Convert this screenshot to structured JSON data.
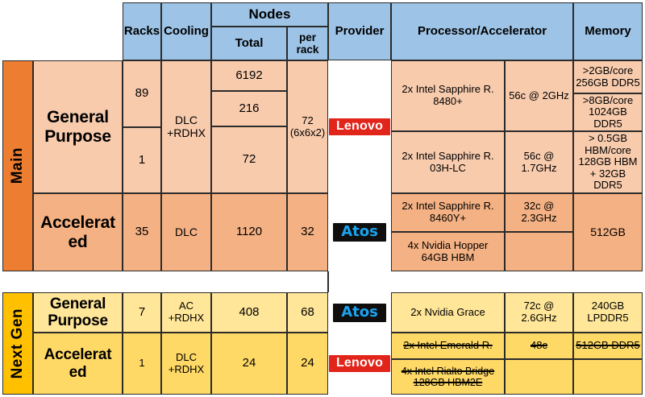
{
  "table": {
    "columns": {
      "category": "",
      "racks": "Racks",
      "cooling": "Cooling",
      "nodes_group": "Nodes",
      "nodes_total": "Total",
      "nodes_per_rack": "per\nrack",
      "provider": "Provider",
      "processor": "Processor/Accelerator",
      "memory": "Memory"
    },
    "sections": [
      {
        "name": "Main",
        "accent": "#ed7d31",
        "rows": [
          {
            "type": "General\nPurpose",
            "racks": [
              "89",
              "1"
            ],
            "cooling": "DLC\n+RDHX",
            "nodes_total": [
              "6192",
              "216",
              "72"
            ],
            "nodes_per_rack": "72\n(6x6x2)",
            "provider": "Lenovo",
            "provider_logo": "lenovo-logo",
            "processor": [
              "2x Intel Sapphire R.\n8480+",
              "2x Intel Sapphire R.\n03H-LC"
            ],
            "clock": [
              "56c @ 2GHz",
              "56c @ 1.7GHz"
            ],
            "memory": [
              ">2GB/core\n256GB DDR5",
              ">8GB/core\n1024GB DDR5",
              "> 0.5GB\nHBM/core\n128GB HBM\n+ 32GB DDR5"
            ]
          },
          {
            "type": "Accelerat\ned",
            "racks": [
              "35"
            ],
            "cooling": "DLC",
            "nodes_total": [
              "1120"
            ],
            "nodes_per_rack": "32",
            "provider": "Atos",
            "provider_logo": "atos-logo",
            "processor": [
              "2x Intel Sapphire R.\n8460Y+",
              "4x Nvidia Hopper\n64GB HBM"
            ],
            "clock": [
              "32c @ 2.3GHz"
            ],
            "memory": [
              "512GB"
            ]
          }
        ]
      },
      {
        "name": "Next Gen",
        "accent": "#ffc000",
        "rows": [
          {
            "type": "General\nPurpose",
            "racks": [
              "7"
            ],
            "cooling": "AC\n+RDHX",
            "nodes_total": [
              "408"
            ],
            "nodes_per_rack": "68",
            "provider": "Atos",
            "provider_logo": "atos-logo",
            "processor": [
              "2x Nvidia Grace"
            ],
            "clock": [
              "72c @ 2.6GHz"
            ],
            "memory": [
              "240GB\nLPDDR5"
            ]
          },
          {
            "type": "Accelerat\ned",
            "racks": [
              "1"
            ],
            "cooling": "DLC\n+RDHX",
            "nodes_total": [
              "24"
            ],
            "nodes_per_rack": "24",
            "provider": "Lenovo",
            "provider_logo": "lenovo-logo",
            "processor": [
              "2x Intel Emerald R.",
              "4x Intel Rialto Bridge\n128GB HBM2E"
            ],
            "processor_struck": true,
            "clock": [
              "48c"
            ],
            "clock_struck": true,
            "memory": [
              "512GB DDR5"
            ],
            "memory_struck": true
          }
        ]
      }
    ]
  },
  "colors": {
    "header_bg": "#9dc3e6",
    "main_gp_bg": "#f8cbad",
    "main_acc_bg": "#f4b183",
    "nextgen_gp_bg": "#ffe699",
    "nextgen_acc_bg": "#ffd966",
    "main_accent": "#ed7d31",
    "nextgen_accent": "#ffc000",
    "lenovo_red": "#e1251b",
    "atos_blue": "#1aa3f0",
    "atos_black": "#100f0d",
    "border": "#2b2b2b"
  }
}
